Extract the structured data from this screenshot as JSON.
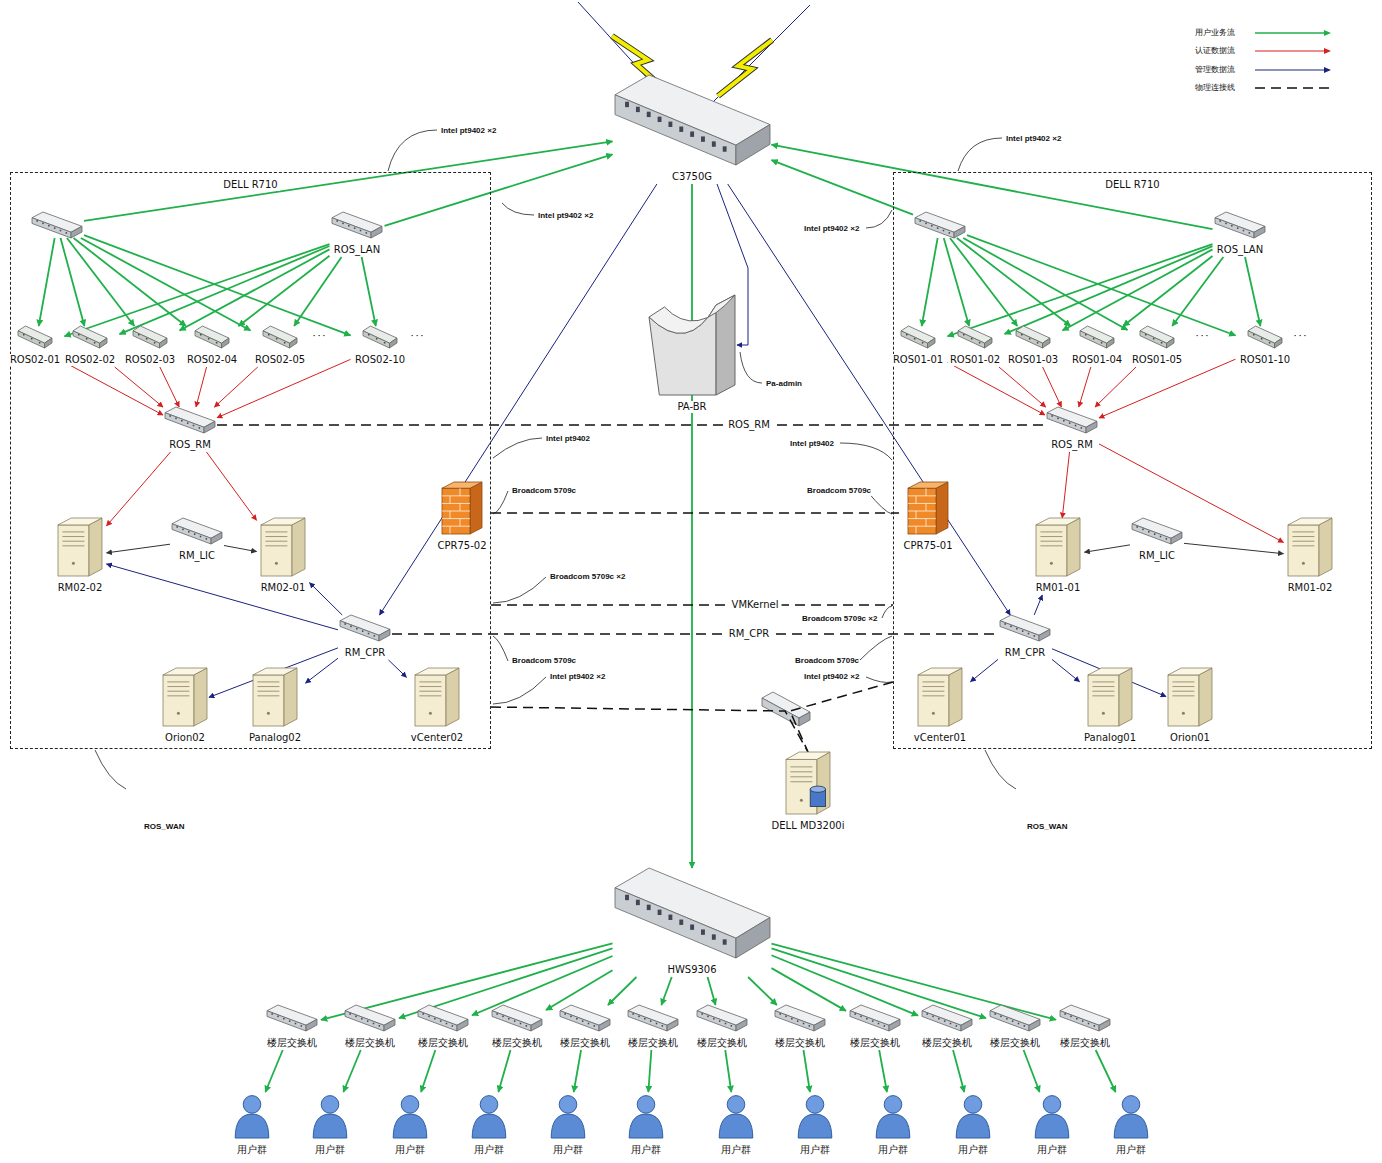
{
  "diagram": {
    "nodes": [
      {
        "text": [
          "C3750G"
        ]
      },
      {
        "text": [
          "PA-BR"
        ]
      },
      {
        "text": [
          "DELL R710"
        ]
      },
      {
        "text": [
          "ROS_WAN"
        ],
        "in": 2
      },
      {
        "text": [
          "ROS_LAN"
        ],
        "in": 2
      },
      {
        "text": [
          "ROS02-01"
        ],
        "in": 2
      },
      {
        "text": [
          "ROS02-02"
        ],
        "in": 2
      },
      {
        "text": [
          "ROS02-03"
        ],
        "in": 2
      },
      {
        "text": [
          "ROS02-04"
        ],
        "in": 2
      },
      {
        "text": [
          "ROS02-05"
        ],
        "in": 2
      },
      {
        "text": [
          "ROS02-10"
        ],
        "in": 2
      },
      {
        "text": [
          "ROS_RM"
        ],
        "in": 2
      },
      {
        "text": [
          "RM02-02"
        ],
        "in": 2
      },
      {
        "text": [
          "RM_LIC"
        ],
        "in": 2
      },
      {
        "text": [
          "RM02-01"
        ],
        "in": 2
      },
      {
        "text": [
          "CPR75-02"
        ],
        "in": 2
      },
      {
        "text": [
          "RM_CPR"
        ],
        "in": 2
      },
      {
        "text": [
          "Orion02"
        ],
        "in": 2
      },
      {
        "text": [
          "Panalog02"
        ],
        "in": 2
      },
      {
        "text": [
          "vCenter02"
        ],
        "in": 2
      },
      {
        "text": [
          "DELL R710"
        ]
      },
      {
        "text": [
          "ROS_WAN"
        ],
        "in": 20
      },
      {
        "text": [
          "ROS_LAN"
        ],
        "in": 20
      },
      {
        "text": [
          "ROS01-01"
        ],
        "in": 20
      },
      {
        "text": [
          "ROS01-02"
        ],
        "in": 20
      },
      {
        "text": [
          "ROS01-03"
        ],
        "in": 20
      },
      {
        "text": [
          "ROS01-04"
        ],
        "in": 20
      },
      {
        "text": [
          "ROS01-05"
        ],
        "in": 20
      },
      {
        "text": [
          "ROS01-10"
        ],
        "in": 20
      },
      {
        "text": [
          "ROS_RM"
        ],
        "in": 20
      },
      {
        "text": [
          "CPR75-01"
        ],
        "in": 20
      },
      {
        "text": [
          "RM01-01"
        ],
        "in": 20
      },
      {
        "text": [
          "RM_LIC"
        ],
        "in": 20
      },
      {
        "text": [
          "RM01-02"
        ],
        "in": 20
      },
      {
        "text": [
          "RM_CPR"
        ],
        "in": 20
      },
      {
        "text": [
          "vCenter01"
        ],
        "in": 20
      },
      {
        "text": [
          "Panalog01"
        ],
        "in": 20
      },
      {
        "text": [
          "Orion01"
        ],
        "in": 20
      },
      {
        "text": [
          "DELL MD3200i"
        ]
      },
      {
        "text": [
          "HWS9306"
        ]
      },
      {
        "text": [
          "楼层交换机"
        ]
      },
      {
        "text": [
          "楼层交换机"
        ]
      },
      {
        "text": [
          "楼层交换机"
        ]
      },
      {
        "text": [
          "楼层交换机"
        ]
      },
      {
        "text": [
          "楼层交换机"
        ]
      },
      {
        "text": [
          "楼层交换机"
        ]
      },
      {
        "text": [
          "楼层交换机"
        ]
      },
      {
        "text": [
          "楼层交换机"
        ]
      },
      {
        "text": [
          "楼层交换机"
        ]
      },
      {
        "text": [
          "楼层交换机"
        ]
      },
      {
        "text": [
          "楼层交换机"
        ]
      },
      {
        "text": [
          "楼层交换机"
        ]
      },
      {
        "text": [
          "用户群"
        ]
      },
      {
        "text": [
          "用户群"
        ]
      },
      {
        "text": [
          "用户群"
        ]
      },
      {
        "text": [
          "用户群"
        ]
      },
      {
        "text": [
          "用户群"
        ]
      },
      {
        "text": [
          "用户群"
        ]
      },
      {
        "text": [
          "用户群"
        ]
      },
      {
        "text": [
          "用户群"
        ]
      },
      {
        "text": [
          "用户群"
        ]
      },
      {
        "text": [
          "用户群"
        ]
      },
      {
        "text": [
          "用户群"
        ]
      },
      {
        "text": [
          "用户群"
        ]
      }
    ],
    "edges": [
      {
        "from": 3,
        "to": 0,
        "arrow": "to"
      },
      {
        "from": 4,
        "to": 0,
        "arrow": "to"
      },
      {
        "from": 21,
        "to": 0,
        "arrow": "to"
      },
      {
        "from": 22,
        "to": 0,
        "arrow": "to"
      },
      {
        "from": 3,
        "to": 5,
        "arrow": "to"
      },
      {
        "from": 3,
        "to": 6,
        "arrow": "to"
      },
      {
        "from": 3,
        "to": 7,
        "arrow": "to"
      },
      {
        "from": 3,
        "to": 8,
        "arrow": "to"
      },
      {
        "from": 3,
        "to": 9,
        "arrow": "to"
      },
      {
        "from": 3,
        "to": 10,
        "arrow": "to"
      },
      {
        "from": 4,
        "to": 5,
        "arrow": "to"
      },
      {
        "from": 4,
        "to": 6,
        "arrow": "to"
      },
      {
        "from": 4,
        "to": 7,
        "arrow": "to"
      },
      {
        "from": 4,
        "to": 8,
        "arrow": "to"
      },
      {
        "from": 4,
        "to": 9,
        "arrow": "to"
      },
      {
        "from": 4,
        "to": 10,
        "arrow": "to"
      },
      {
        "from": 21,
        "to": 23,
        "arrow": "to"
      },
      {
        "from": 21,
        "to": 24,
        "arrow": "to"
      },
      {
        "from": 21,
        "to": 25,
        "arrow": "to"
      },
      {
        "from": 21,
        "to": 26,
        "arrow": "to"
      },
      {
        "from": 21,
        "to": 27,
        "arrow": "to"
      },
      {
        "from": 21,
        "to": 28,
        "arrow": "to"
      },
      {
        "from": 22,
        "to": 23,
        "arrow": "to"
      },
      {
        "from": 22,
        "to": 24,
        "arrow": "to"
      },
      {
        "from": 22,
        "to": 25,
        "arrow": "to"
      },
      {
        "from": 22,
        "to": 26,
        "arrow": "to"
      },
      {
        "from": 22,
        "to": 27,
        "arrow": "to"
      },
      {
        "from": 22,
        "to": 28,
        "arrow": "to"
      },
      {
        "from": 0,
        "to": 39,
        "arrow": "to"
      },
      {
        "from": 39,
        "to": 40,
        "arrow": "to"
      },
      {
        "from": 39,
        "to": 41,
        "arrow": "to"
      },
      {
        "from": 39,
        "to": 42,
        "arrow": "to"
      },
      {
        "from": 39,
        "to": 43,
        "arrow": "to"
      },
      {
        "from": 39,
        "to": 44,
        "arrow": "to"
      },
      {
        "from": 39,
        "to": 45,
        "arrow": "to"
      },
      {
        "from": 39,
        "to": 46,
        "arrow": "to"
      },
      {
        "from": 39,
        "to": 47,
        "arrow": "to"
      },
      {
        "from": 39,
        "to": 48,
        "arrow": "to"
      },
      {
        "from": 39,
        "to": 49,
        "arrow": "to"
      },
      {
        "from": 39,
        "to": 50,
        "arrow": "to"
      },
      {
        "from": 39,
        "to": 51,
        "arrow": "to"
      },
      {
        "from": 40,
        "to": 52,
        "arrow": "to"
      },
      {
        "from": 41,
        "to": 53,
        "arrow": "to"
      },
      {
        "from": 42,
        "to": 54,
        "arrow": "to"
      },
      {
        "from": 43,
        "to": 55,
        "arrow": "to"
      },
      {
        "from": 44,
        "to": 56,
        "arrow": "to"
      },
      {
        "from": 45,
        "to": 57,
        "arrow": "to"
      },
      {
        "from": 46,
        "to": 58,
        "arrow": "to"
      },
      {
        "from": 47,
        "to": 59,
        "arrow": "to"
      },
      {
        "from": 48,
        "to": 60,
        "arrow": "to"
      },
      {
        "from": 49,
        "to": 61,
        "arrow": "to"
      },
      {
        "from": 50,
        "to": 62,
        "arrow": "to"
      },
      {
        "from": 51,
        "to": 63,
        "arrow": "to"
      },
      {
        "from": 5,
        "to": 11,
        "arrow": "to"
      },
      {
        "from": 6,
        "to": 11,
        "arrow": "to"
      },
      {
        "from": 7,
        "to": 11,
        "arrow": "to"
      },
      {
        "from": 8,
        "to": 11,
        "arrow": "to"
      },
      {
        "from": 9,
        "to": 11,
        "arrow": "to"
      },
      {
        "from": 10,
        "to": 11,
        "arrow": "to"
      },
      {
        "from": 23,
        "to": 29,
        "arrow": "to"
      },
      {
        "from": 24,
        "to": 29,
        "arrow": "to"
      },
      {
        "from": 25,
        "to": 29,
        "arrow": "to"
      },
      {
        "from": 26,
        "to": 29,
        "arrow": "to"
      },
      {
        "from": 27,
        "to": 29,
        "arrow": "to"
      },
      {
        "from": 28,
        "to": 29,
        "arrow": "to"
      },
      {
        "from": 11,
        "to": 12,
        "arrow": "to"
      },
      {
        "from": 11,
        "to": 14,
        "arrow": "to"
      },
      {
        "from": 29,
        "to": 31,
        "arrow": "to"
      },
      {
        "from": 29,
        "to": 33,
        "arrow": "to"
      },
      {
        "from": 13,
        "to": 12,
        "arrow": "to"
      },
      {
        "from": 13,
        "to": 14,
        "arrow": "to"
      },
      {
        "from": 32,
        "to": 31,
        "arrow": "to"
      },
      {
        "from": 32,
        "to": 33,
        "arrow": "to"
      },
      {
        "from": 0,
        "to": 16,
        "arrow": "to"
      },
      {
        "from": 0,
        "to": 34,
        "arrow": "to"
      },
      {
        "from": 0,
        "to": 1,
        "arrow": "to"
      },
      {
        "from": 16,
        "to": 12,
        "arrow": "to"
      },
      {
        "from": 16,
        "to": 14,
        "arrow": "to"
      },
      {
        "from": 16,
        "to": 17,
        "arrow": "to"
      },
      {
        "from": 16,
        "to": 18,
        "arrow": "to"
      },
      {
        "from": 16,
        "to": 19,
        "arrow": "to"
      },
      {
        "from": 34,
        "to": 31,
        "arrow": "to"
      },
      {
        "from": 34,
        "to": 35,
        "arrow": "to"
      },
      {
        "from": 34,
        "to": 36,
        "arrow": "to"
      },
      {
        "from": 34,
        "to": 37,
        "arrow": "to"
      },
      {
        "from": 11,
        "to": 29,
        "arrow": "none",
        "label": "ROS_RM"
      },
      {
        "from": 15,
        "to": 30,
        "arrow": "none"
      },
      {
        "from": 2,
        "to": 20,
        "arrow": "none",
        "label": "VMKernel"
      },
      {
        "from": 16,
        "to": 34,
        "arrow": "none",
        "label": "RM_CPR"
      },
      {
        "from": 2,
        "to": 38,
        "arrow": "none"
      },
      {
        "from": 20,
        "to": 38,
        "arrow": "none"
      }
    ],
    "labels": [
      "Intel pt9402 ×2",
      "Intel pt9402 ×2",
      "Intel pt9402 ×2",
      "Intel pt9402 ×2",
      "· · ·",
      "· · ·",
      "· · ·",
      "· · ·",
      "Pa-admin",
      "Intel pt9402",
      "Intel pt9402",
      "Broadcom 5709c",
      "Broadcom 5709c",
      "Broadcom 5709c ×2",
      "Broadcom 5709c ×2",
      "Broadcom 5709c",
      "Broadcom 5709c",
      "Intel pt9402 ×2",
      "Intel pt9402 ×2"
    ],
    "legend": [
      {
        "text": "用户业务流"
      },
      {
        "text": "认证数据流"
      },
      {
        "text": "管理数据流"
      },
      {
        "text": "物理连接线"
      }
    ]
  }
}
